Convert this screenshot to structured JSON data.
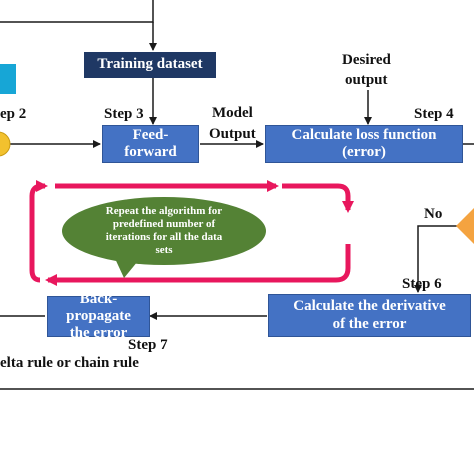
{
  "colors": {
    "blue_box": "#4472c4",
    "navy_box": "#1f3864",
    "loop_arrow": "#e8175d",
    "ellipse": "#548235",
    "cyan_box": "#17a6d6",
    "decision_orange": "#f4a340",
    "step_circle": "#f2c12e"
  },
  "nodes": {
    "training_dataset": "Training dataset",
    "feed_forward": [
      "Feed-",
      "forward"
    ],
    "calc_loss": [
      "Calculate loss function",
      "(error)"
    ],
    "calc_derivative": [
      "Calculate the derivative",
      "of the error"
    ],
    "back_propagate": [
      "Back-propagate",
      "the error"
    ],
    "repeat_note": [
      "Repeat the algorithm for",
      "predefined number of",
      "iterations for all the data",
      "sets"
    ]
  },
  "labels": {
    "step2": "ep 2",
    "step3": "Step 3",
    "step4": "Step 4",
    "step6": "Step 6",
    "step7": "Step 7",
    "model_output": [
      "Model",
      "Output"
    ],
    "desired_output": [
      "Desired",
      "output"
    ],
    "no": "No",
    "delta_rule": "elta rule or chain rule"
  }
}
